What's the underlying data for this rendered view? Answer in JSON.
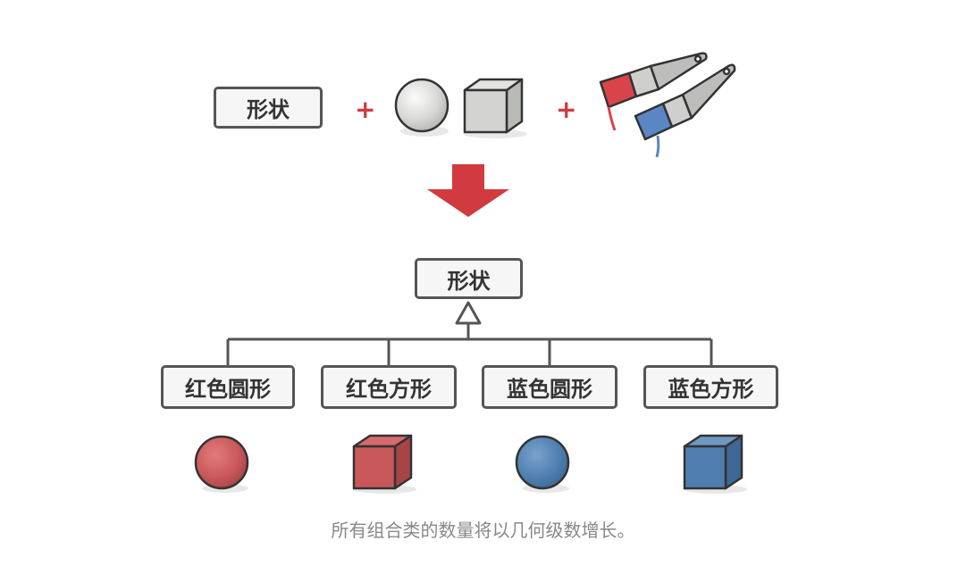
{
  "top": {
    "shape_label": "形状",
    "plus": "+"
  },
  "hierarchy": {
    "parent_label": "形状",
    "children": [
      {
        "label": "红色圆形",
        "color": "#c9585a",
        "kind": "sphere"
      },
      {
        "label": "红色方形",
        "color": "#c9585a",
        "kind": "cube"
      },
      {
        "label": "蓝色圆形",
        "color": "#4f7fb0",
        "kind": "sphere"
      },
      {
        "label": "蓝色方形",
        "color": "#4f7fb0",
        "kind": "cube"
      }
    ]
  },
  "caption": "所有组合类的数量将以几何级数增长。",
  "colors": {
    "accent_red": "#d13a3f",
    "paint_blue": "#5a86c4",
    "outline": "#555555",
    "neutral_shape": "#d8d9d6"
  }
}
